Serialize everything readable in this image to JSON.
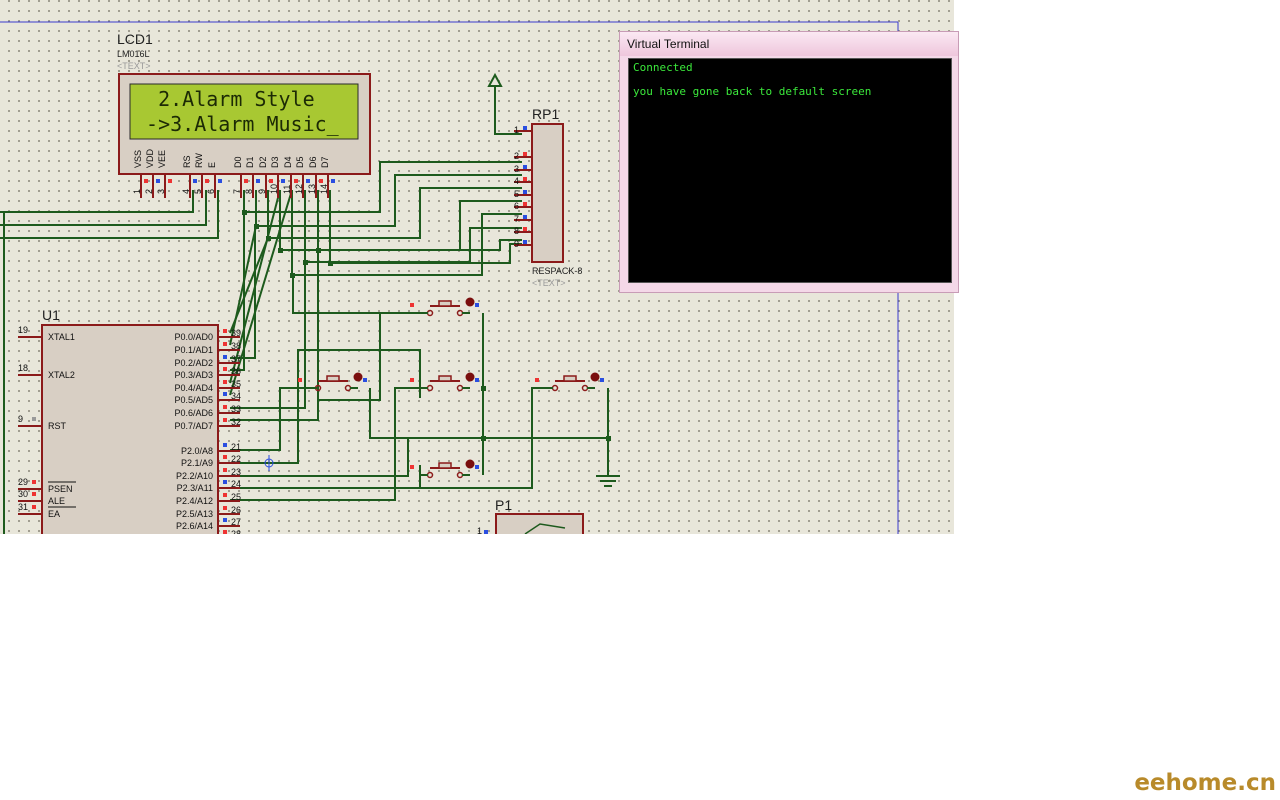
{
  "lcd": {
    "ref": "LCD1",
    "part": "LM016L",
    "text_placeholder": "<TEXT>",
    "line1": "  2.Alarm Style",
    "line2": " ->3.Alarm Music_",
    "pin_names": [
      "VSS",
      "VDD",
      "VEE",
      "RS",
      "RW",
      "E",
      "D0",
      "D1",
      "D2",
      "D3",
      "D4",
      "D5",
      "D6",
      "D7"
    ],
    "pin_numbers": [
      "1",
      "2",
      "3",
      "4",
      "5",
      "6",
      "7",
      "8",
      "9",
      "10",
      "11",
      "12",
      "13",
      "14"
    ]
  },
  "respack": {
    "ref": "RP1",
    "part": "RESPACK-8",
    "text_placeholder": "<TEXT>",
    "pin_numbers": [
      "1",
      "2",
      "3",
      "4",
      "5",
      "6",
      "7",
      "8",
      "9"
    ]
  },
  "mcu": {
    "ref": "U1",
    "left_pins": [
      {
        "num": "19",
        "name": "XTAL1"
      },
      {
        "num": "18",
        "name": "XTAL2"
      },
      {
        "num": "9",
        "name": "RST"
      },
      {
        "num": "29",
        "name": "PSEN"
      },
      {
        "num": "30",
        "name": "ALE"
      },
      {
        "num": "31",
        "name": "EA"
      }
    ],
    "right_pins": [
      {
        "num": "39",
        "name": "P0.0/AD0"
      },
      {
        "num": "38",
        "name": "P0.1/AD1"
      },
      {
        "num": "37",
        "name": "P0.2/AD2"
      },
      {
        "num": "36",
        "name": "P0.3/AD3"
      },
      {
        "num": "35",
        "name": "P0.4/AD4"
      },
      {
        "num": "34",
        "name": "P0.5/AD5"
      },
      {
        "num": "33",
        "name": "P0.6/AD6"
      },
      {
        "num": "32",
        "name": "P0.7/AD7"
      },
      {
        "num": "21",
        "name": "P2.0/A8"
      },
      {
        "num": "22",
        "name": "P2.1/A9"
      },
      {
        "num": "23",
        "name": "P2.2/A10"
      },
      {
        "num": "24",
        "name": "P2.3/A11"
      },
      {
        "num": "25",
        "name": "P2.4/A12"
      },
      {
        "num": "26",
        "name": "P2.5/A13"
      },
      {
        "num": "27",
        "name": "P2.6/A14"
      },
      {
        "num": "28",
        "name": ""
      }
    ]
  },
  "connector": {
    "ref": "P1",
    "pin1": "1"
  },
  "terminal": {
    "title": "Virtual Terminal",
    "lines": [
      "Connected",
      "you have gone back to default screen"
    ]
  },
  "watermark": "eehome.cn",
  "colors": {
    "wire": "#1d5a1d",
    "part_outline": "#8b1a1a",
    "lcd_bg": "#a8c832",
    "terminal_text": "#3be83b",
    "pin_red": "#e33",
    "pin_blue": "#2a4ee0"
  }
}
